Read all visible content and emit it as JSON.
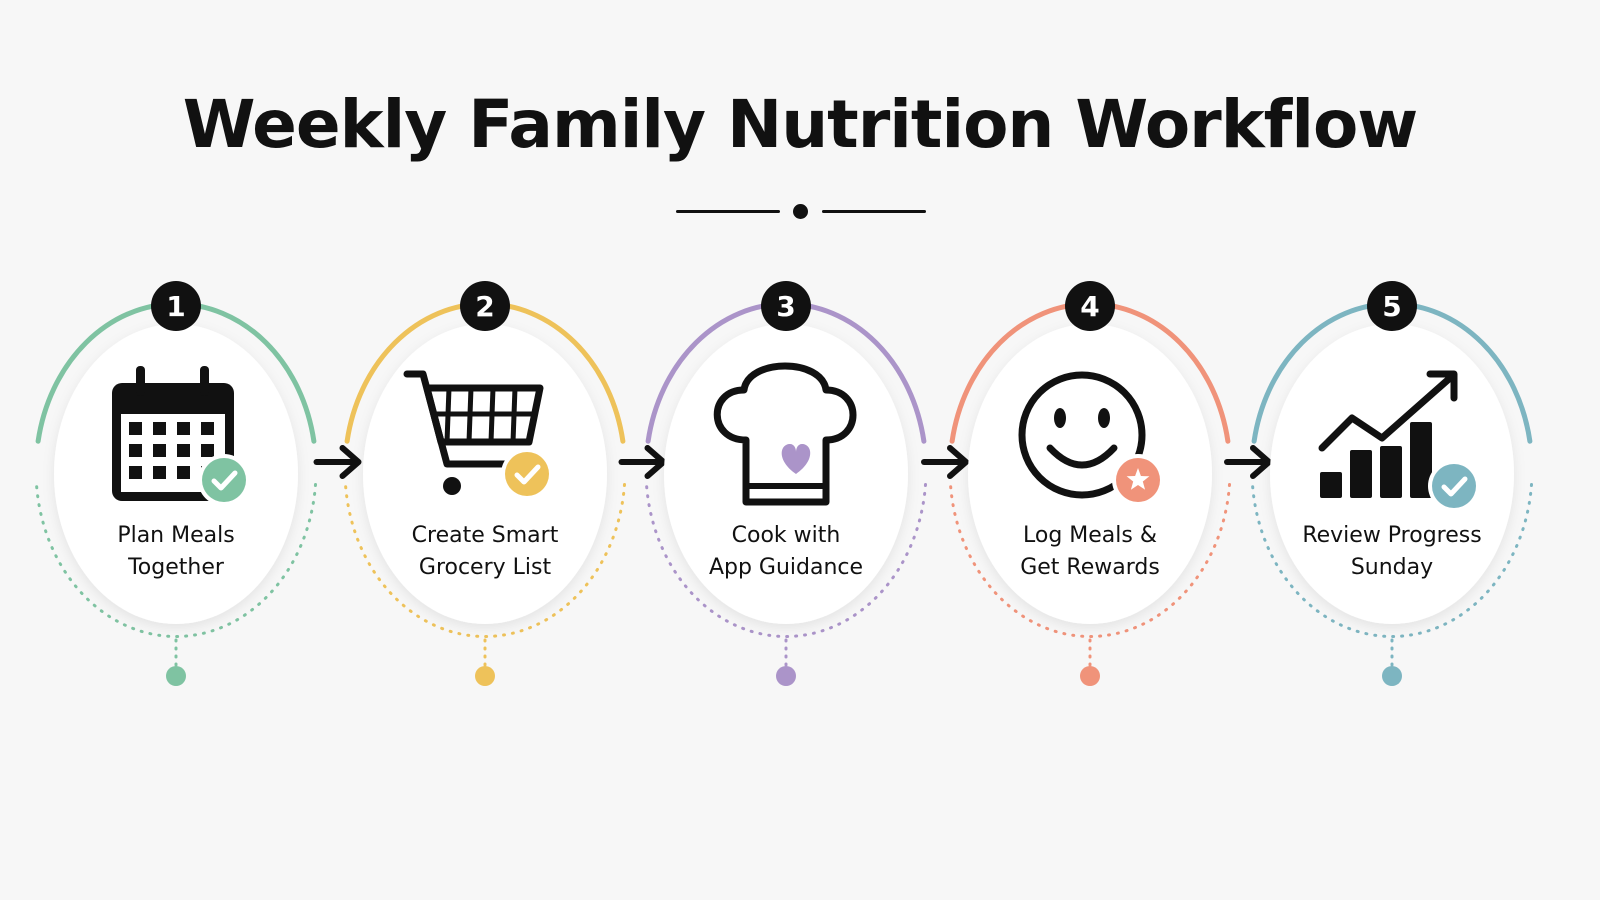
{
  "title": "Weekly Family Nutrition Workflow",
  "steps": [
    {
      "number": "1",
      "label_line1": "Plan Meals",
      "label_line2": "Together",
      "color": "#7fc3a2",
      "icon": "calendar-icon",
      "badge_icon": "checkmark-icon"
    },
    {
      "number": "2",
      "label_line1": "Create Smart",
      "label_line2": "Grocery List",
      "color": "#eec25a",
      "icon": "shopping-cart-icon",
      "badge_icon": "checkmark-icon"
    },
    {
      "number": "3",
      "label_line1": "Cook with",
      "label_line2": "App Guidance",
      "color": "#ab94c9",
      "icon": "chef-hat-icon",
      "badge_icon": "heart-icon"
    },
    {
      "number": "4",
      "label_line1": "Log Meals &",
      "label_line2": "Get Rewards",
      "color": "#f0937a",
      "icon": "smiley-face-icon",
      "badge_icon": "star-icon"
    },
    {
      "number": "5",
      "label_line1": "Review Progress",
      "label_line2": "Sunday",
      "color": "#7db5c1",
      "icon": "growth-chart-icon",
      "badge_icon": "checkmark-icon"
    }
  ]
}
